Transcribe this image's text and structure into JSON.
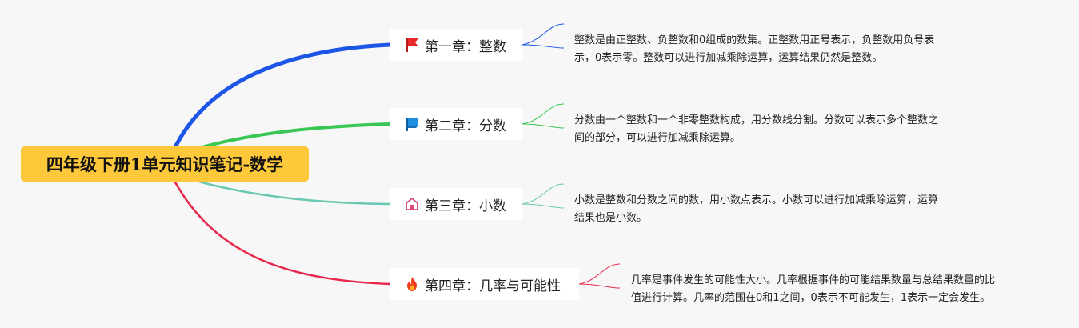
{
  "root": {
    "title": "四年级下册1单元知识笔记-数学"
  },
  "colors": {
    "root_bg": "#fdc83a",
    "ch1": "#1d55e6",
    "ch2": "#39c653",
    "ch3": "#6ac8b2",
    "ch4": "#e8284a",
    "flag_red": "#e8282a",
    "flag_blue": "#1f8fe0",
    "house": "#d94a7a",
    "fire": "#f04020"
  },
  "chapters": [
    {
      "icon": "red-flag-icon",
      "label": "第一章：整数",
      "note": [
        "整数是由正整数、负整数和0组成的数集。正整数用正号表示，负整数用负号表",
        "示，0表示零。整数可以进行加减乘除运算，运算结果仍然是整数。"
      ]
    },
    {
      "icon": "blue-flag-icon",
      "label": "第二章：分数",
      "note": [
        "分数由一个整数和一个非零整数构成，用分数线分割。分数可以表示多个整数之",
        "间的部分，可以进行加减乘除运算。"
      ]
    },
    {
      "icon": "house-icon",
      "label": "第三章：小数",
      "note": [
        "小数是整数和分数之间的数，用小数点表示。小数可以进行加减乘除运算，运算",
        "结果也是小数。"
      ]
    },
    {
      "icon": "fire-icon",
      "label": "第四章：几率与可能性",
      "note": [
        "几率是事件发生的可能性大小。几率根据事件的可能结果数量与总结果数量的比",
        "值进行计算。几率的范围在0和1之间，0表示不可能发生，1表示一定会发生。"
      ]
    }
  ]
}
